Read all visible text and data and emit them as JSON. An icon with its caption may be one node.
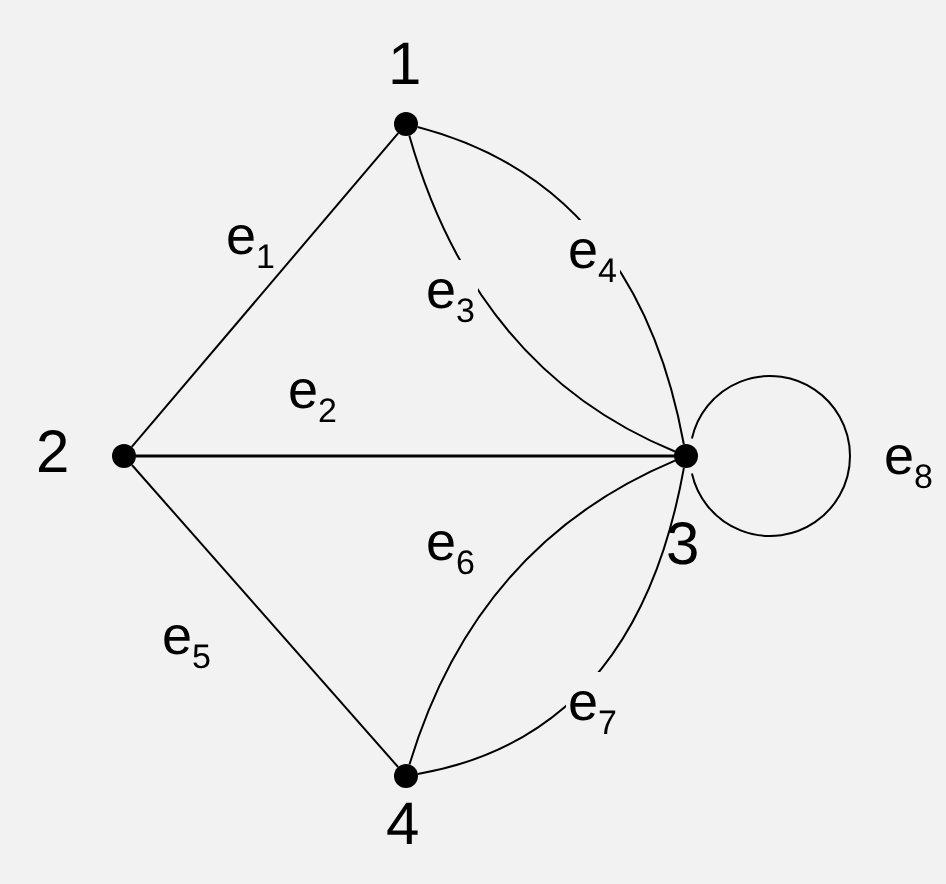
{
  "diagram": {
    "nodes": [
      {
        "text": [],
        "shape": "circle",
        "beside": [
          "1"
        ]
      },
      {
        "text": [],
        "shape": "circle",
        "beside": [
          "2"
        ]
      },
      {
        "text": [],
        "shape": "circle",
        "beside": [
          "3"
        ]
      },
      {
        "text": [],
        "shape": "circle",
        "beside": [
          "4"
        ]
      }
    ],
    "edges": [
      {
        "from": 0,
        "to": 1,
        "arrow": "none",
        "label": "e$_{1}$"
      },
      {
        "from": 1,
        "to": 2,
        "arrow": "none",
        "label": "e$_{2}$"
      },
      {
        "from": 0,
        "to": 2,
        "arrow": "none",
        "label": "e$_{3}$"
      },
      {
        "from": 0,
        "to": 2,
        "arrow": "none",
        "label": "e$_{4}$"
      },
      {
        "from": 1,
        "to": 3,
        "arrow": "none",
        "label": "e$_{5}$"
      },
      {
        "from": 3,
        "to": 2,
        "arrow": "none",
        "label": "e$_{6}$"
      },
      {
        "from": 3,
        "to": 2,
        "arrow": "none",
        "label": "e$_{7}$"
      },
      {
        "from": 2,
        "to": 2,
        "arrow": "none",
        "label": "e$_{8}$"
      }
    ]
  }
}
